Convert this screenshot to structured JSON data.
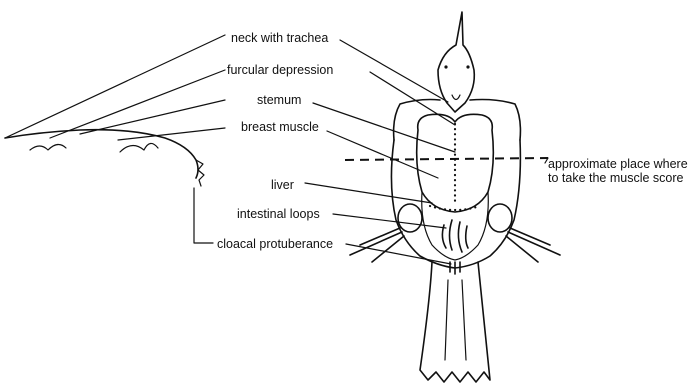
{
  "labels": {
    "neck": "neck with trachea",
    "furcular": "furcular depression",
    "sternum": "stemum",
    "breast": "breast muscle",
    "liver": "liver",
    "intestine": "intestinal loops",
    "cloacal": "cloacal protuberance",
    "approx_line1": "approximate place where",
    "approx_line2": "to take the muscle score"
  }
}
